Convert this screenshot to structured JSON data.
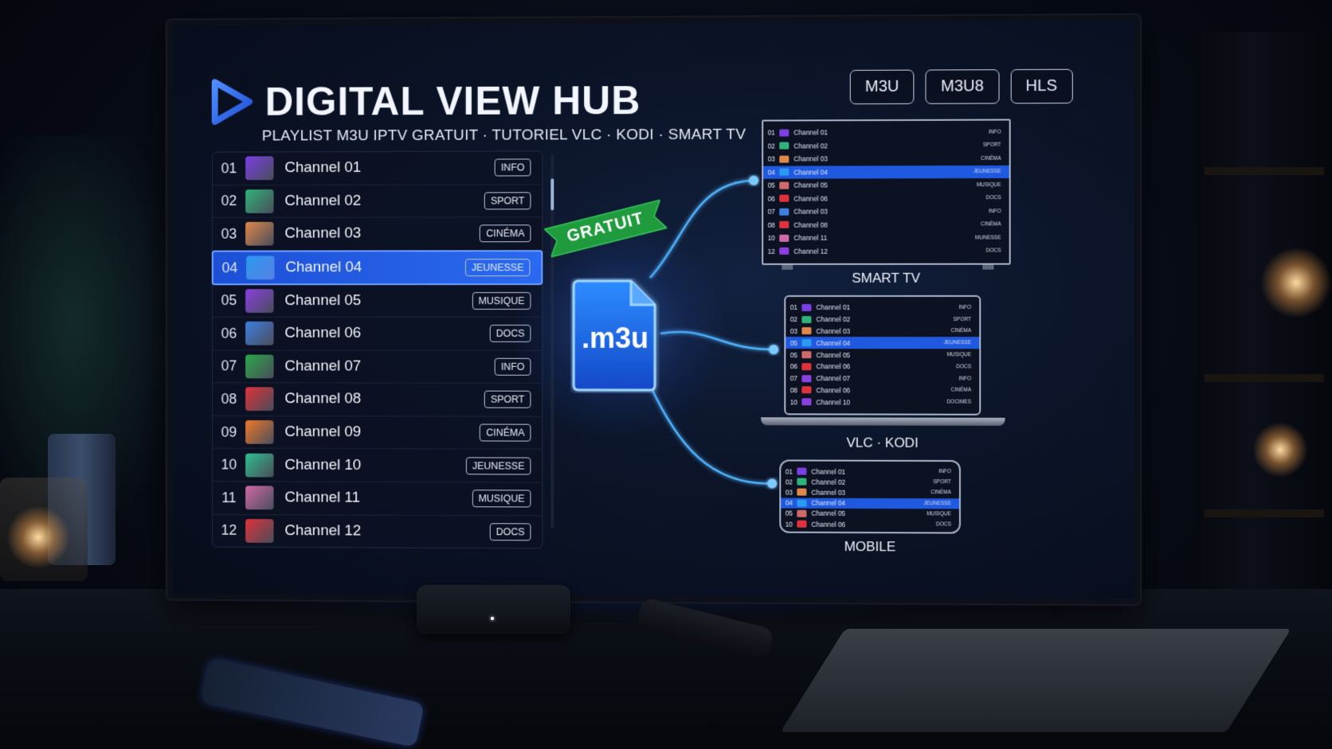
{
  "brand": {
    "title": "DIGITAL VIEW HUB",
    "subtitle": "PLAYLIST M3U IPTV GRATUIT · TUTORIEL VLC · KODI · SMART TV",
    "accent": "#2f6bff"
  },
  "formats": [
    "M3U",
    "M3U8",
    "HLS"
  ],
  "channels": [
    {
      "num": "01",
      "name": "Channel 01",
      "tag": "INFO",
      "color": "#7b3fe4"
    },
    {
      "num": "02",
      "name": "Channel 02",
      "tag": "SPORT",
      "color": "#2fb37a"
    },
    {
      "num": "03",
      "name": "Channel 03",
      "tag": "CINÉMA",
      "color": "#e0874a"
    },
    {
      "num": "04",
      "name": "Channel 04",
      "tag": "JEUNESSE",
      "color": "#2a9bf0"
    },
    {
      "num": "05",
      "name": "Channel 05",
      "tag": "MUSIQUE",
      "color": "#8a3fe0"
    },
    {
      "num": "06",
      "name": "Channel 06",
      "tag": "DOCS",
      "color": "#3f7fe0"
    },
    {
      "num": "07",
      "name": "Channel 07",
      "tag": "INFO",
      "color": "#2aa84a"
    },
    {
      "num": "08",
      "name": "Channel 08",
      "tag": "SPORT",
      "color": "#e0323a"
    },
    {
      "num": "09",
      "name": "Channel 09",
      "tag": "CINÉMA",
      "color": "#f07a2a"
    },
    {
      "num": "10",
      "name": "Channel 10",
      "tag": "JEUNESSE",
      "color": "#2fbf8f"
    },
    {
      "num": "11",
      "name": "Channel 11",
      "tag": "MUSIQUE",
      "color": "#d06aa8"
    },
    {
      "num": "12",
      "name": "Channel 12",
      "tag": "DOCS",
      "color": "#e0323a"
    }
  ],
  "active_channel_index": 3,
  "center": {
    "file_label": ".m3u",
    "ribbon": "GRATUIT",
    "ribbon_color": "#1f9a3c"
  },
  "devices": {
    "smart_tv": {
      "label": "SMART TV",
      "rows": [
        {
          "num": "01",
          "name": "Channel 01",
          "tag": "INFO",
          "color": "#7b3fe4"
        },
        {
          "num": "02",
          "name": "Channel 02",
          "tag": "SPORT",
          "color": "#2fb37a"
        },
        {
          "num": "03",
          "name": "Channel 03",
          "tag": "CINÉMA",
          "color": "#e0874a"
        },
        {
          "num": "04",
          "name": "Channel 04",
          "tag": "JEUNESSE",
          "color": "#2a9bf0"
        },
        {
          "num": "05",
          "name": "Channel 05",
          "tag": "MUSIQUE",
          "color": "#d06a6a"
        },
        {
          "num": "06",
          "name": "Channel 06",
          "tag": "DOCS",
          "color": "#e0323a"
        },
        {
          "num": "07",
          "name": "Channel 03",
          "tag": "INFO",
          "color": "#3f7fe0"
        },
        {
          "num": "08",
          "name": "Channel 08",
          "tag": "CINÉMA",
          "color": "#e0323a"
        },
        {
          "num": "10",
          "name": "Channel 11",
          "tag": "MUNESSE",
          "color": "#d06aa8"
        },
        {
          "num": "12",
          "name": "Channel 12",
          "tag": "DOCS",
          "color": "#8a3fe0"
        }
      ],
      "active_index": 3
    },
    "vlc_kodi": {
      "label": "VLC · KODI",
      "rows": [
        {
          "num": "01",
          "name": "Channel 01",
          "tag": "INFO",
          "color": "#7b3fe4"
        },
        {
          "num": "02",
          "name": "Channel 02",
          "tag": "SPORT",
          "color": "#2fb37a"
        },
        {
          "num": "03",
          "name": "Channel 03",
          "tag": "CINÉMA",
          "color": "#e0874a"
        },
        {
          "num": "05",
          "name": "Channel 04",
          "tag": "JEUNESSE",
          "color": "#2a9bf0"
        },
        {
          "num": "05",
          "name": "Channel 05",
          "tag": "MUSIQUE",
          "color": "#d06a6a"
        },
        {
          "num": "06",
          "name": "Channel 06",
          "tag": "DOCS",
          "color": "#e0323a"
        },
        {
          "num": "07",
          "name": "Channel 07",
          "tag": "INFO",
          "color": "#8a3fe0"
        },
        {
          "num": "08",
          "name": "Channel 06",
          "tag": "CINÉMA",
          "color": "#e0323a"
        },
        {
          "num": "10",
          "name": "Channel 10",
          "tag": "DOCIMES",
          "color": "#8a3fe0"
        }
      ],
      "active_index": 3
    },
    "mobile": {
      "label": "MOBILE",
      "rows": [
        {
          "num": "01",
          "name": "Channel 01",
          "tag": "INFO",
          "color": "#7b3fe4"
        },
        {
          "num": "02",
          "name": "Channel 02",
          "tag": "SPORT",
          "color": "#2fb37a"
        },
        {
          "num": "03",
          "name": "Channel 03",
          "tag": "CINÉMA",
          "color": "#e0874a"
        },
        {
          "num": "04",
          "name": "Channel 04",
          "tag": "JEUNESSE",
          "color": "#2a9bf0"
        },
        {
          "num": "05",
          "name": "Channel 05",
          "tag": "MUSIQUE",
          "color": "#d06a6a"
        },
        {
          "num": "10",
          "name": "Channel 06",
          "tag": "DOCS",
          "color": "#e0323a"
        }
      ],
      "active_index": 3
    }
  }
}
